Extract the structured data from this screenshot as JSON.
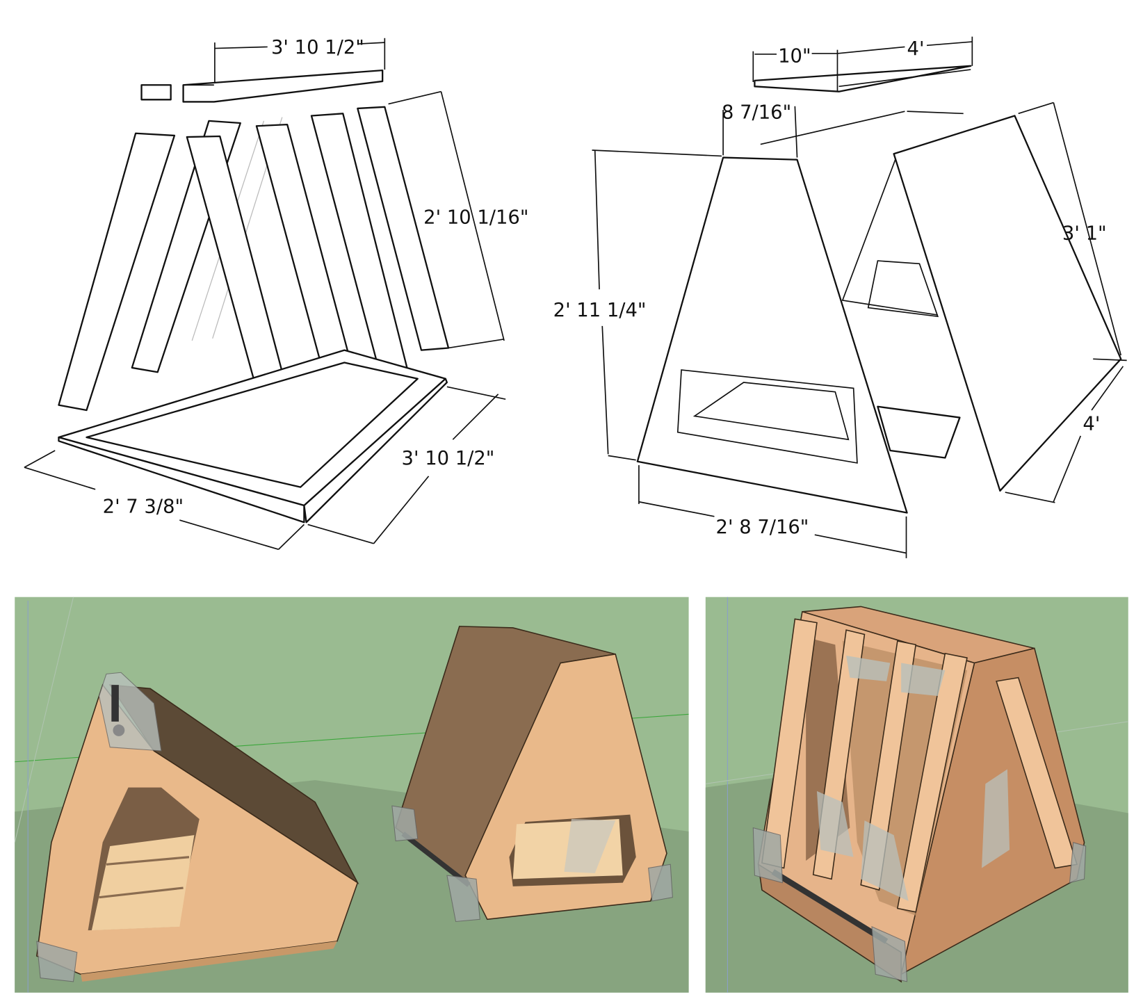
{
  "sketch_frame": {
    "dims": {
      "top_board_length": "3' 10 1/2\"",
      "slat_length": "2' 10 1/16\"",
      "base_depth": "3' 10 1/2\"",
      "base_width": "2' 7 3/8\""
    }
  },
  "sketch_panels": {
    "dims": {
      "top_board_width": "10\"",
      "top_board_length": "4'",
      "apex_width": "8 7/16\"",
      "panel_height": "2' 11 1/4\"",
      "side_height": "3' 1\"",
      "side_depth": "4'",
      "base_width": "2' 8 7/16\""
    }
  },
  "colors": {
    "ground": "#9abb91",
    "floor": "#87a47f",
    "plywood_face": "#e9b98a",
    "plywood_side": "#8a6c50",
    "plywood_top": "#5c4a36"
  }
}
